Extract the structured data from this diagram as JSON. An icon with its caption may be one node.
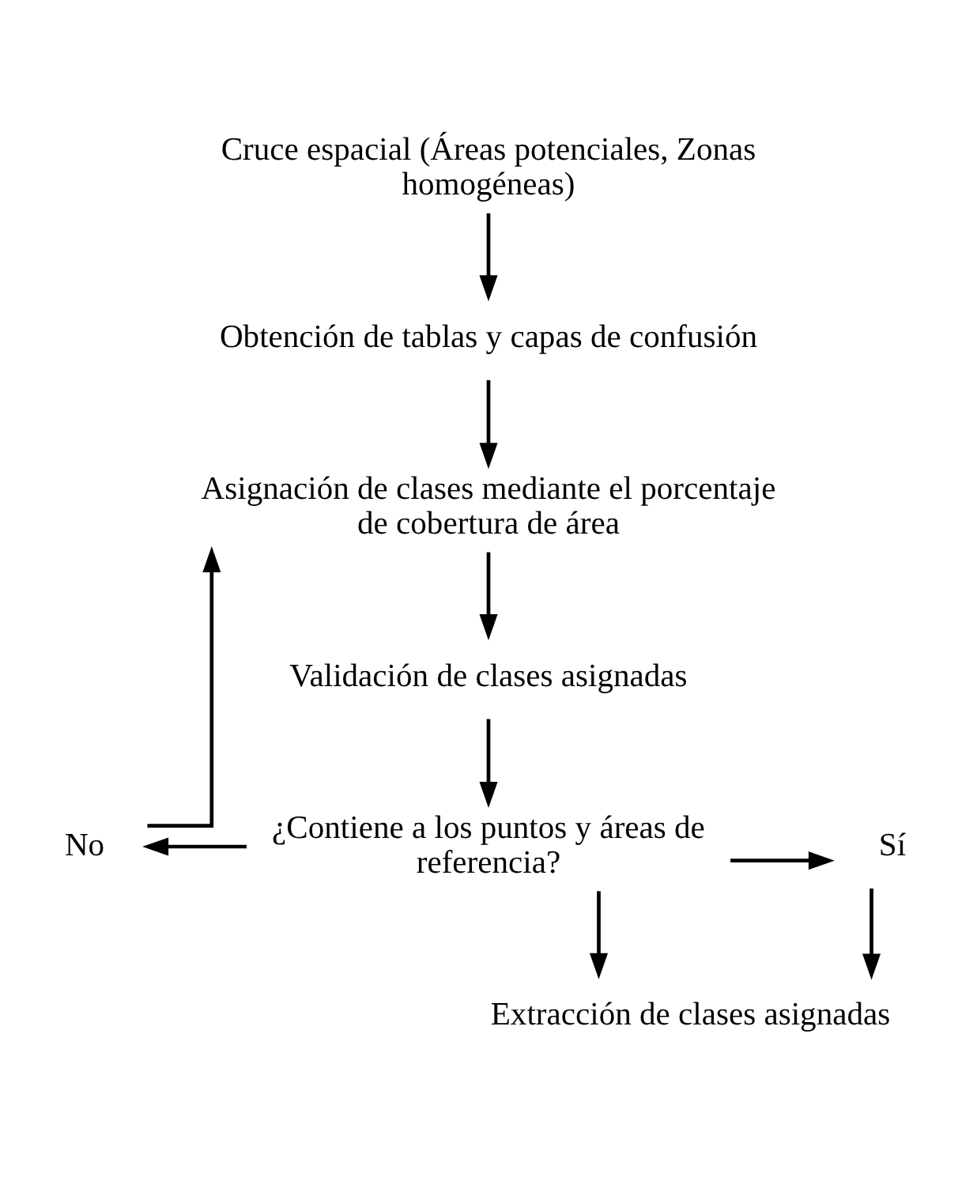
{
  "diagram": {
    "nodes": [
      {
        "text": [
          "Cruce espacial (Áreas potenciales, Zonas homogéneas)"
        ]
      },
      {
        "text": [
          "Obtención de tablas y capas de confusión"
        ]
      },
      {
        "text": [
          "Asignación de clases mediante el porcentaje de cobertura de área"
        ]
      },
      {
        "text": [
          "Validación de clases asignadas"
        ]
      },
      {
        "text": [
          "¿Contiene a los puntos y áreas de referencia?"
        ]
      },
      {
        "text": [
          "No"
        ]
      },
      {
        "text": [
          "Sí"
        ]
      },
      {
        "text": [
          "Extracción de clases asignadas"
        ]
      }
    ],
    "edges": [
      {
        "from": 0,
        "to": 1,
        "arrow": "to"
      },
      {
        "from": 1,
        "to": 2,
        "arrow": "to"
      },
      {
        "from": 2,
        "to": 3,
        "arrow": "to"
      },
      {
        "from": 3,
        "to": 4,
        "arrow": "to"
      },
      {
        "from": 4,
        "to": 5,
        "arrow": "to"
      },
      {
        "from": 4,
        "to": 6,
        "arrow": "to"
      },
      {
        "from": 4,
        "to": 7,
        "arrow": "to"
      },
      {
        "from": 5,
        "to": 2,
        "arrow": "to"
      },
      {
        "from": 6,
        "to": 7,
        "arrow": "to"
      }
    ]
  }
}
